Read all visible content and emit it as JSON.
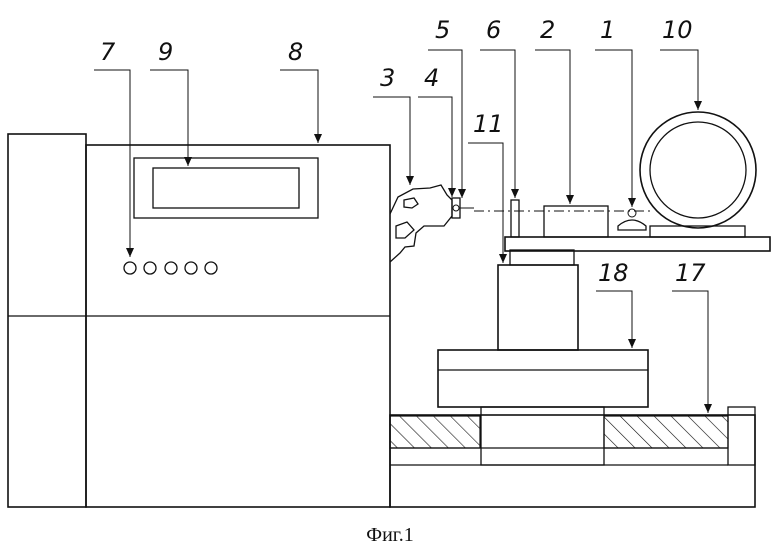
{
  "figure": {
    "caption": "Фиг.1",
    "labels": {
      "l1": "1",
      "l2": "2",
      "l3": "3",
      "l4": "4",
      "l5": "5",
      "l6": "6",
      "l7": "7",
      "l8": "8",
      "l9": "9",
      "l10": "10",
      "l11": "11",
      "l17": "17",
      "l18": "18"
    }
  }
}
